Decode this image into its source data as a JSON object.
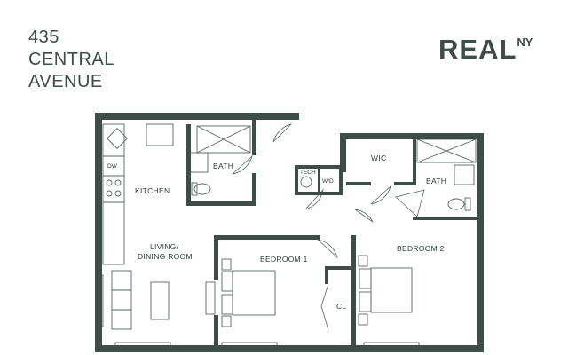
{
  "address": {
    "line1": "435",
    "line2": "CENTRAL",
    "line3": "AVENUE"
  },
  "brand": {
    "main": "REAL",
    "super": "NY"
  },
  "rooms": {
    "kitchen": "KITCHEN",
    "living1": "LIVING/",
    "living2": "DINING ROOM",
    "bath1": "BATH",
    "bath2": "BATH",
    "wic": "WIC",
    "tech": "TECH",
    "wd": "W/D",
    "bedroom1": "BEDROOM 1",
    "bedroom2": "BEDROOM 2",
    "cl": "CL",
    "dw": "DW"
  },
  "colors": {
    "wall": "#3f4d48",
    "fixture": "#5a6662",
    "background": "#ffffff"
  }
}
